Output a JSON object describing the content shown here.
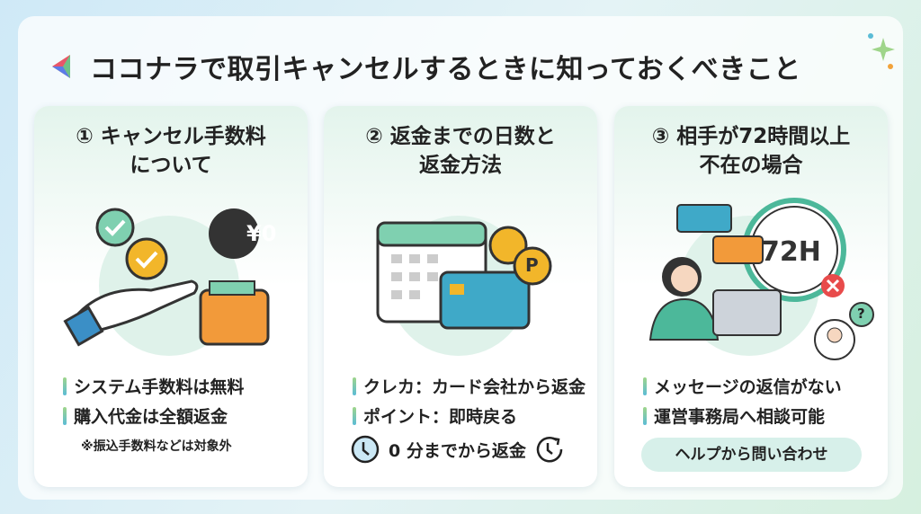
{
  "title": "ココナラで取引キャンセルするときに知っておくべきこと",
  "cards": [
    {
      "heading_line1": "① キャンセル手数料",
      "heading_line2": "について",
      "price_badge": "¥0",
      "bullets": [
        "システム手数料は無料",
        "購入代金は全額返金"
      ],
      "note": "※振込手数料などは対象外"
    },
    {
      "heading_line1": "② 返金までの日数と",
      "heading_line2": "返金方法",
      "point_badge": "P",
      "bullets": [
        "クレカ：カード会社から返金",
        "ポイント：即時戻る"
      ],
      "refund_timing": "0 分までから返金"
    },
    {
      "heading_line1": "③ 相手が72時間以上",
      "heading_line2": "不在の場合",
      "timer_label": "72H",
      "help_badge": "?",
      "bullets": [
        "メッセージの返信がない",
        "運営事務局へ相談可能"
      ],
      "help_button": "ヘルプから問い合わせ"
    }
  ],
  "colors": {
    "accent_teal": "#5bbcd6",
    "accent_green": "#9fd58a",
    "gold": "#f2b62a"
  }
}
